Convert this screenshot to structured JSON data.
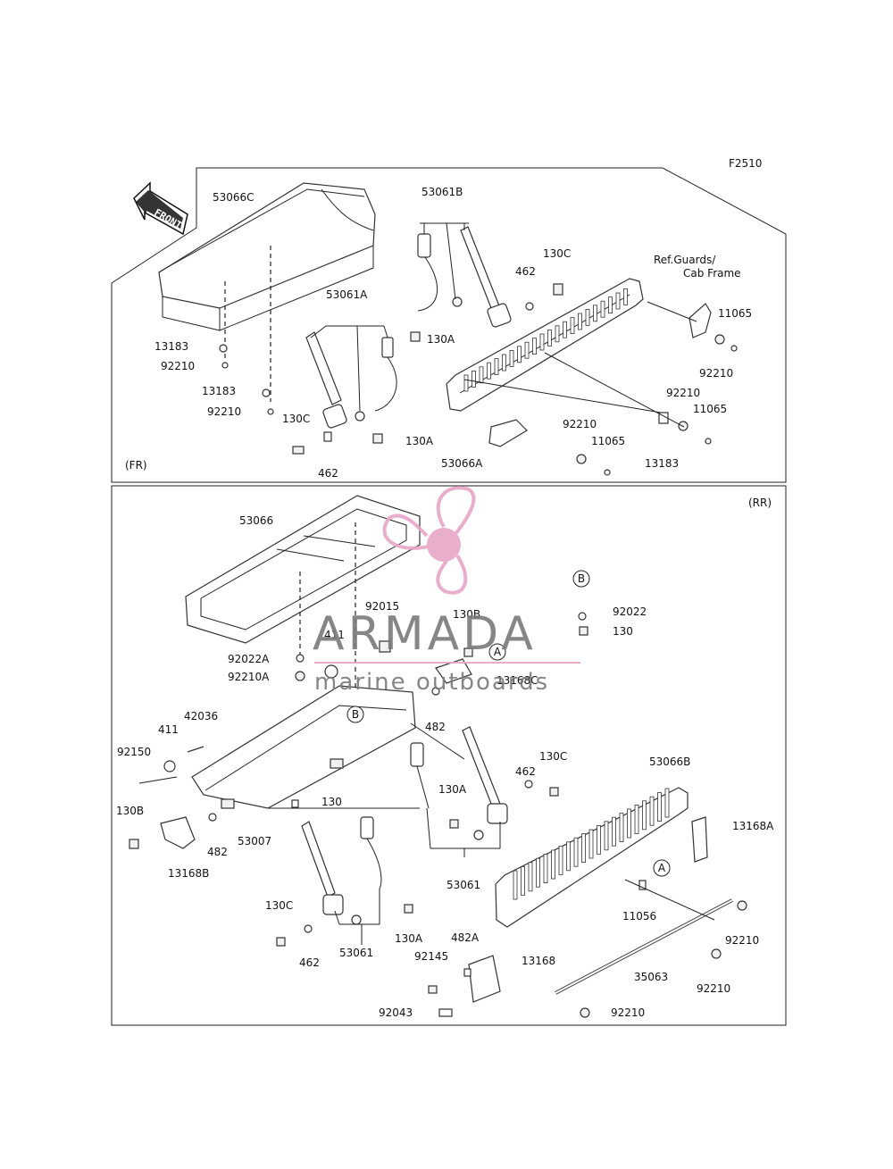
{
  "figure_code": "F2510",
  "front_arrow_label": "FRONT",
  "ref_note_line1": "Ref.Guards/",
  "ref_note_line2": "Cab Frame",
  "sections": {
    "front": "(FR)",
    "rear": "(RR)"
  },
  "watermark": {
    "brand": "ARMADA",
    "tagline": "marine outboards",
    "logo_color": "#e8a6c8"
  },
  "front_labels": [
    "53066C",
    "53061B",
    "53061A",
    "130C",
    "462",
    "Ref.Guards/ Cab Frame",
    "11065",
    "130A",
    "13183",
    "92210",
    "13183",
    "92210",
    "130C",
    "130A",
    "462",
    "53066A",
    "92210",
    "92210",
    "11065",
    "11065",
    "13183",
    "92210"
  ],
  "rear_labels": [
    "53066",
    "92015",
    "130B",
    "411",
    "92022A",
    "92210A",
    "13168C",
    "482",
    "42036",
    "411",
    "92150",
    "130B",
    "482",
    "53007",
    "13168B",
    "130",
    "130A",
    "462",
    "130C",
    "53061",
    "130C",
    "462",
    "53061",
    "130A",
    "482A",
    "92145",
    "92043",
    "13168",
    "35063",
    "11056",
    "53066B",
    "13168A",
    "92210",
    "92210",
    "92210",
    "92022",
    "130",
    "A",
    "A",
    "B",
    "B"
  ]
}
